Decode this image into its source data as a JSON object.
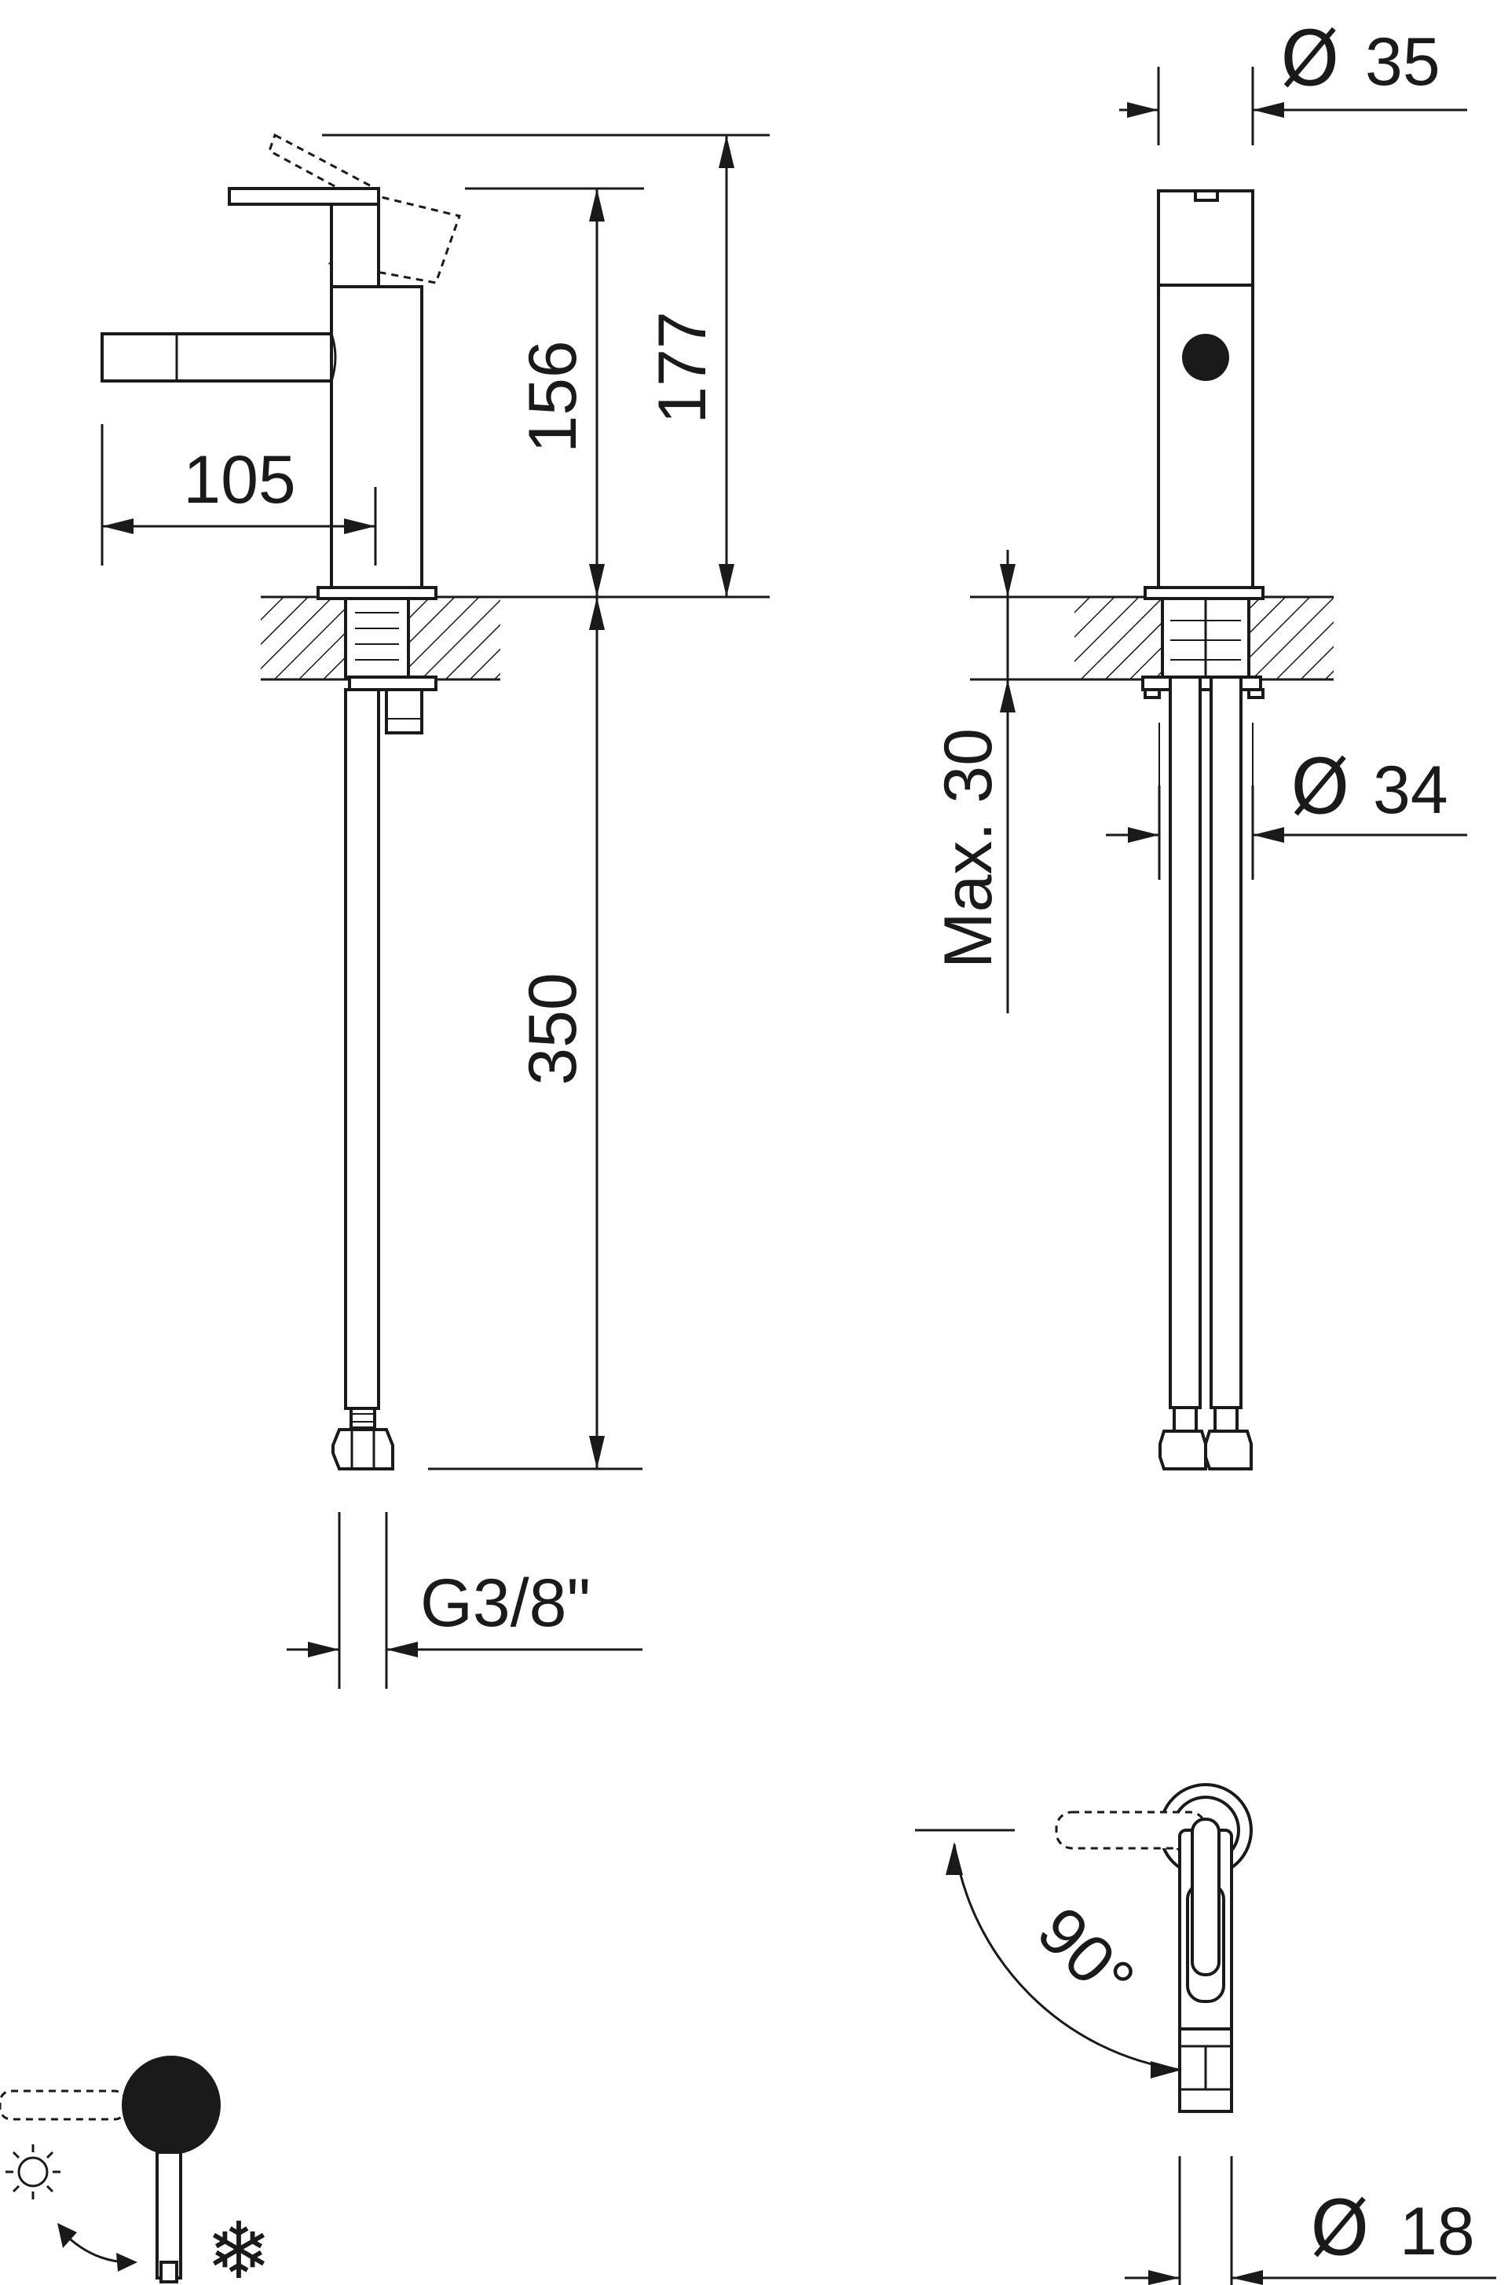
{
  "dimensions": {
    "spout_reach": "105",
    "body_height": "156",
    "total_height": "177",
    "hose_length": "350",
    "connection": "G3/8\"",
    "top_diameter_symbol": "Ø",
    "top_diameter_value": "35",
    "base_diameter_symbol": "Ø",
    "base_diameter_value": "34",
    "max_thickness": "Max. 30",
    "handle_rotation": "90°",
    "spout_diameter_symbol": "Ø",
    "spout_diameter_value": "18"
  },
  "legend": {
    "hot_icon": "sun-icon",
    "cold_icon": "snowflake-icon",
    "cold_glyph": "❄"
  }
}
